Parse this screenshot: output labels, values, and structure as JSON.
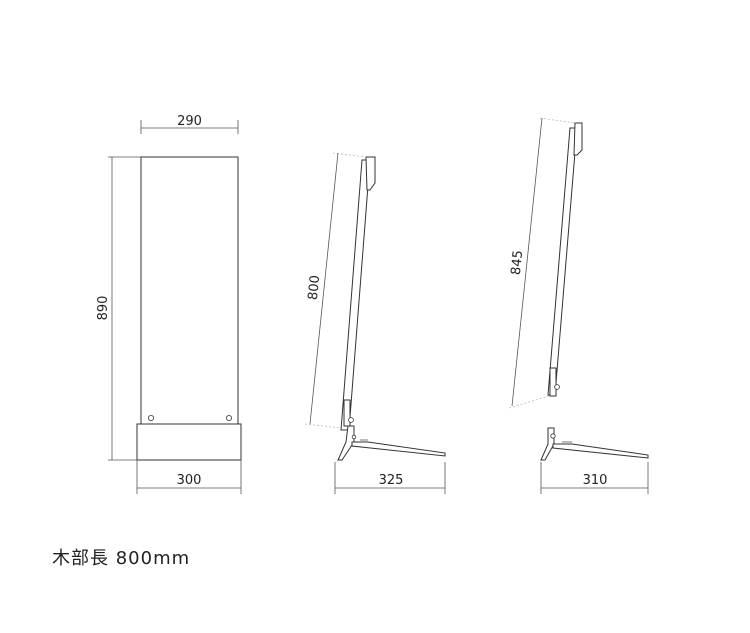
{
  "front_view": {
    "top_width": "290",
    "height": "890",
    "bottom_width": "300"
  },
  "side_view_1": {
    "board_length": "800",
    "base_depth": "325"
  },
  "side_view_2": {
    "board_length": "845",
    "base_depth": "310"
  },
  "caption": "木部長 800mm"
}
